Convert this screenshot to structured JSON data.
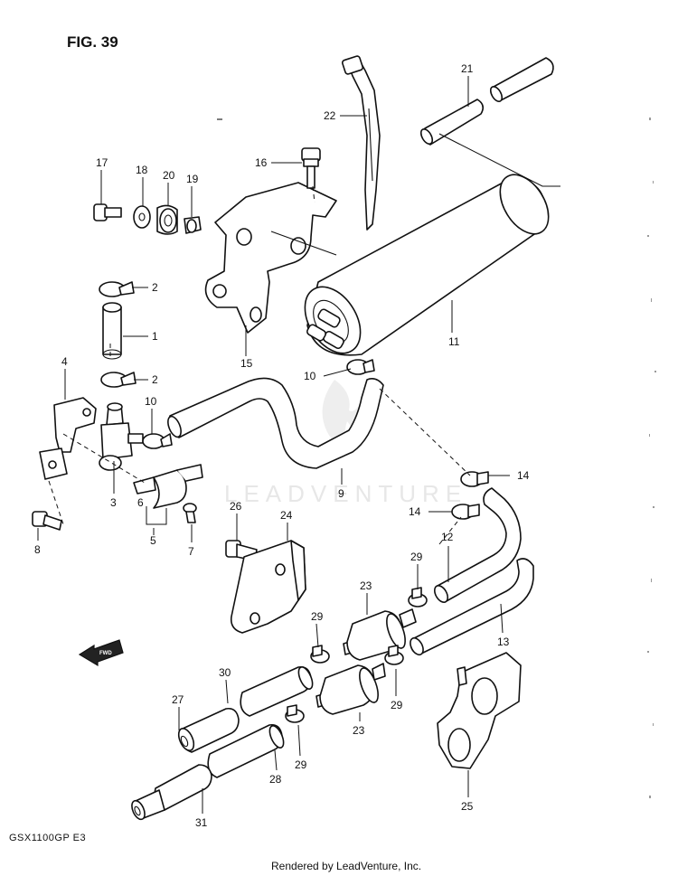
{
  "figure": {
    "title": "FIG. 39",
    "model_code": "GSX1100GP  E3",
    "credit": "Rendered by LeadVenture, Inc.",
    "watermark": "LEADVENTURE",
    "forward_label": "FWD"
  },
  "callouts": [
    {
      "id": "c1",
      "label": "1"
    },
    {
      "id": "c2a",
      "label": "2"
    },
    {
      "id": "c2b",
      "label": "2"
    },
    {
      "id": "c3",
      "label": "3"
    },
    {
      "id": "c4",
      "label": "4"
    },
    {
      "id": "c5",
      "label": "5"
    },
    {
      "id": "c6",
      "label": "6"
    },
    {
      "id": "c7",
      "label": "7"
    },
    {
      "id": "c8",
      "label": "8"
    },
    {
      "id": "c9",
      "label": "9"
    },
    {
      "id": "c10a",
      "label": "10"
    },
    {
      "id": "c10b",
      "label": "10"
    },
    {
      "id": "c11",
      "label": "11"
    },
    {
      "id": "c12",
      "label": "12"
    },
    {
      "id": "c13",
      "label": "13"
    },
    {
      "id": "c14a",
      "label": "14"
    },
    {
      "id": "c14b",
      "label": "14"
    },
    {
      "id": "c15",
      "label": "15"
    },
    {
      "id": "c16",
      "label": "16"
    },
    {
      "id": "c17",
      "label": "17"
    },
    {
      "id": "c18",
      "label": "18"
    },
    {
      "id": "c19",
      "label": "19"
    },
    {
      "id": "c20",
      "label": "20"
    },
    {
      "id": "c21",
      "label": "21"
    },
    {
      "id": "c22",
      "label": "22"
    },
    {
      "id": "c23a",
      "label": "23"
    },
    {
      "id": "c23b",
      "label": "23"
    },
    {
      "id": "c24",
      "label": "24"
    },
    {
      "id": "c25",
      "label": "25"
    },
    {
      "id": "c26",
      "label": "26"
    },
    {
      "id": "c27",
      "label": "27"
    },
    {
      "id": "c28",
      "label": "28"
    },
    {
      "id": "c29a",
      "label": "29"
    },
    {
      "id": "c29b",
      "label": "29"
    },
    {
      "id": "c29c",
      "label": "29"
    },
    {
      "id": "c29d",
      "label": "29"
    },
    {
      "id": "c30",
      "label": "30"
    },
    {
      "id": "c31",
      "label": "31"
    }
  ]
}
